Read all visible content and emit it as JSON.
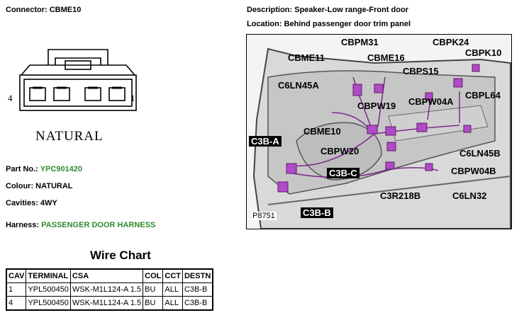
{
  "connector": {
    "label": "Connector:",
    "value": "CBME10"
  },
  "description": {
    "label": "Description:",
    "value": "Speaker-Low range-Front door"
  },
  "location": {
    "label": "Location:",
    "value": "Behind passenger door trim panel"
  },
  "drawing": {
    "pin_left": "4",
    "pin_right": "1",
    "color_caption": "NATURAL"
  },
  "part_no": {
    "label": "Part No.:",
    "value": "YPC901420"
  },
  "colour": {
    "label": "Colour:",
    "value": "NATURAL"
  },
  "cavities": {
    "label": "Cavities:",
    "value": "4WY"
  },
  "harness": {
    "label": "Harness:",
    "value": "PASSENGER DOOR HARNESS"
  },
  "wire_chart": {
    "title": "Wire Chart",
    "headers": [
      "CAV",
      "TERMINAL",
      "CSA",
      "COL",
      "CCT",
      "DESTN"
    ],
    "rows": [
      [
        "1",
        "YPL500450",
        "WSK-M1L124-A 1.5",
        "BU",
        "ALL",
        "C3B-B"
      ],
      [
        "4",
        "YPL500450",
        "WSK-M1L124-A 1.5",
        "BU",
        "ALL",
        "C3B-B"
      ]
    ]
  },
  "photo": {
    "figure_id": "P8751",
    "callouts": {
      "cbpm31": "CBPM31",
      "cbpk24": "CBPK24",
      "cbme11": "CBME11",
      "cbme16": "CBME16",
      "cbpk10": "CBPK10",
      "cbps15": "CBPS15",
      "c6ln45a": "C6LN45A",
      "cbpl64": "CBPL64",
      "cbpw04a": "CBPW04A",
      "cbpw19": "CBPW19",
      "c3b_a": "C3B-A",
      "cbme10": "CBME10",
      "c6ln45b": "C6LN45B",
      "cbpw20": "CBPW20",
      "cbpw04b": "CBPW04B",
      "c3b_c": "C3B-C",
      "c3r218b": "C3R218B",
      "c6ln32": "C6LN32",
      "c3b_b": "C3B-B"
    }
  },
  "colors": {
    "connector_highlight": "#b04ac8",
    "harness_green": "#2e8b2e"
  }
}
